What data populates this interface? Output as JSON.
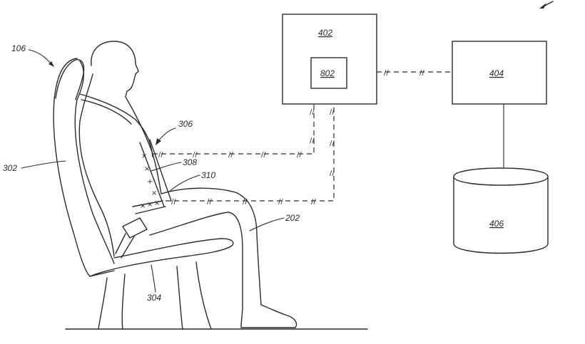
{
  "labels": {
    "seat": "106",
    "seat_back": "302",
    "seat_cushion": "304",
    "belt_assembly": "306",
    "belt_sensor": "308",
    "buckle": "310",
    "occupant": "202",
    "controller": "402",
    "sensor_module": "802",
    "server": "404",
    "database": "406"
  }
}
